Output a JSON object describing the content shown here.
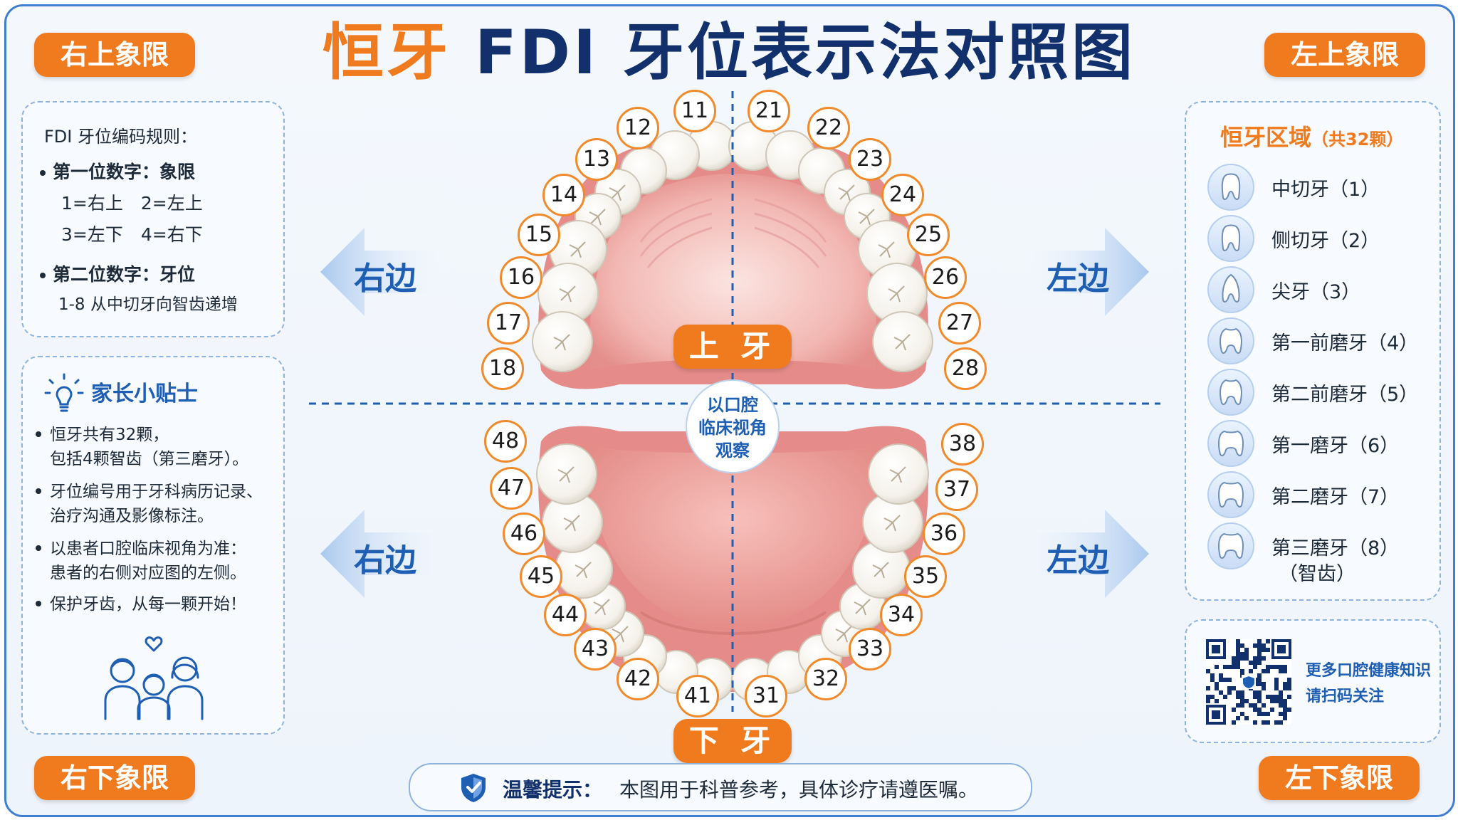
{
  "title": {
    "part1": "恒牙",
    "part2": "FDI 牙位表示法对照图"
  },
  "quadrants": {
    "upper_right": "右上象限",
    "upper_left": "左上象限",
    "lower_right": "右下象限",
    "lower_left": "左下象限"
  },
  "rules": {
    "title": "FDI 牙位编码规则：",
    "first_label": "第一位数字：",
    "first_value": "象限",
    "first_line1": "1=右上　2=左上",
    "first_line2": "3=左下　4=右下",
    "second_label": "第二位数字：",
    "second_value": "牙位",
    "second_line1": "1-8 从中切牙向智齿递增"
  },
  "tips": {
    "title": "家长小贴士",
    "items": [
      {
        "l1": "恒牙共有32颗，",
        "l2": "包括4颗智齿（第三磨牙）。"
      },
      {
        "l1": "牙位编号用于牙科病历记录、",
        "l2": "治疗沟通及影像标注。"
      },
      {
        "l1": "以患者口腔临床视角为准：",
        "l2": "患者的右侧对应图的左侧。"
      },
      {
        "l1": "保护牙齿，从每一颗开始！",
        "l2": ""
      }
    ]
  },
  "sides": {
    "right": "右边",
    "left": "左边"
  },
  "jaws": {
    "upper": "上 牙",
    "lower": "下 牙"
  },
  "center_note": {
    "l1": "以口腔",
    "l2": "临床视角",
    "l3": "观察"
  },
  "teeth_upper_right": [
    "11",
    "12",
    "13",
    "14",
    "15",
    "16",
    "17",
    "18"
  ],
  "teeth_upper_left": [
    "21",
    "22",
    "23",
    "24",
    "25",
    "26",
    "27",
    "28"
  ],
  "teeth_lower_left": [
    "31",
    "32",
    "33",
    "34",
    "35",
    "36",
    "37",
    "38"
  ],
  "teeth_lower_right": [
    "41",
    "42",
    "43",
    "44",
    "45",
    "46",
    "47",
    "48"
  ],
  "region": {
    "title": "恒牙区域",
    "count": "（共32颗）",
    "items": [
      {
        "label": "中切牙（1）",
        "icon": "incisor-icon"
      },
      {
        "label": "侧切牙（2）",
        "icon": "incisor-icon"
      },
      {
        "label": "尖牙（3）",
        "icon": "canine-icon"
      },
      {
        "label": "第一前磨牙（4）",
        "icon": "premolar-icon"
      },
      {
        "label": "第二前磨牙（5）",
        "icon": "premolar-icon"
      },
      {
        "label": "第一磨牙（6）",
        "icon": "molar-icon"
      },
      {
        "label": "第二磨牙（7）",
        "icon": "molar-icon"
      },
      {
        "label": "第三磨牙（8）",
        "icon": "molar-icon",
        "sub": "（智齿）"
      }
    ]
  },
  "qr": {
    "l1": "更多口腔健康知识",
    "l2": "请扫码关注"
  },
  "warm_tip": {
    "title": "温馨提示：",
    "text": "本图用于科普参考，具体诊疗请遵医嘱。"
  },
  "colors": {
    "accent": "#f07a1e",
    "navy": "#12306b",
    "blue": "#1e5fb4",
    "gum": "#e79a9a"
  }
}
